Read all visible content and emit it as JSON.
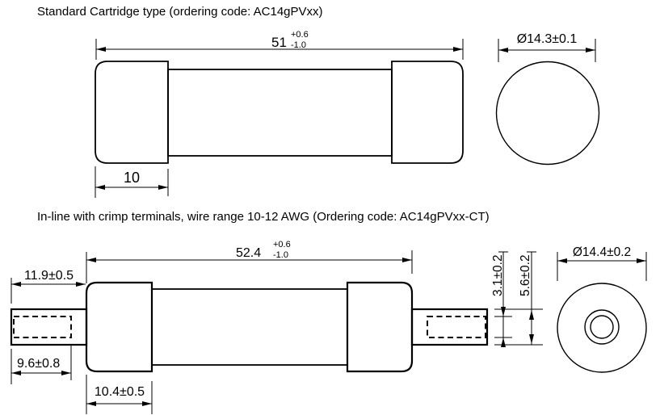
{
  "colors": {
    "background": "#ffffff",
    "line": "#000000",
    "text": "#000000"
  },
  "section1": {
    "title": "Standard Cartridge type (ordering code: AC14gPVxx)",
    "dimensions": {
      "overall_length": "51",
      "overall_length_tol_plus": "+0.6",
      "overall_length_tol_minus": "-1.0",
      "cap_length": "10",
      "diameter": "Ø14.3±0.1"
    }
  },
  "section2": {
    "title": "In-line with crimp terminals, wire range 10-12 AWG (Ordering code: AC14gPVxx-CT)",
    "dimensions": {
      "overall_length": "52.4",
      "overall_length_tol_plus": "+0.6",
      "overall_length_tol_minus": "-1.0",
      "terminal_length": "11.9±0.5",
      "crimp_barrel_length": "9.6±0.8",
      "cap_length": "10.4±0.5",
      "barrel_height": "3.1±0.2",
      "terminal_thickness": "5.6±0.2",
      "diameter": "Ø14.4±0.2"
    }
  }
}
